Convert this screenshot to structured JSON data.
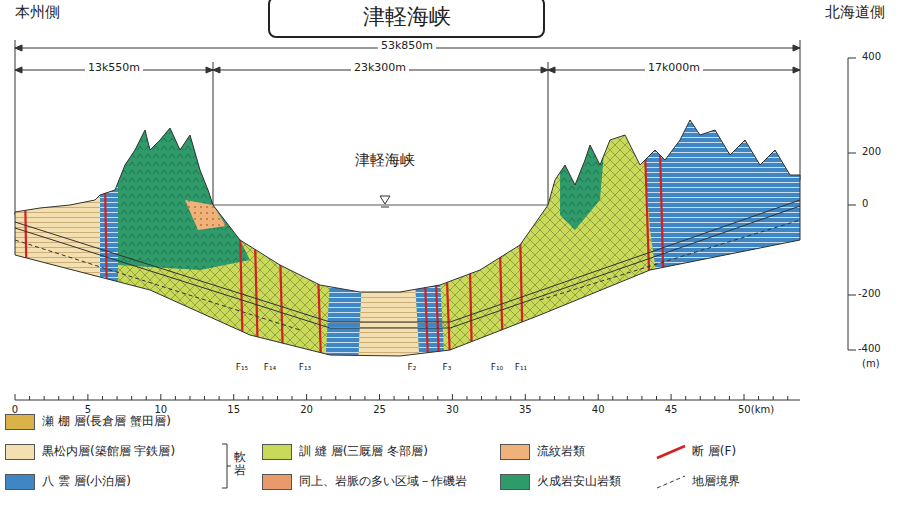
{
  "diagram": {
    "title": "津軽海峡",
    "labels": [
      "本州側",
      "北海道側",
      "53k850m",
      "13k550m",
      "23k300m",
      "17k000m",
      "津軽海峡",
      "400",
      "200",
      "0",
      "-200",
      "-400",
      "(m)",
      "F₁₅",
      "F₁₄",
      "F₁₃",
      "F₂",
      "F₃",
      "F₁₀",
      "F₁₁",
      "0",
      "5",
      "10",
      "15",
      "20",
      "25",
      "30",
      "35",
      "40",
      "45",
      "50(km)",
      "軟岩"
    ],
    "legend": [
      {
        "text": "瀬 棚 層(長倉層 蟹田層)",
        "color": "#d9b24a"
      },
      {
        "text": "黒松内層(築館層 宇鉄層)",
        "color": "#f3dfb0"
      },
      {
        "text": "八 雲 層(小泊層)",
        "color": "#3f86c4"
      },
      {
        "text": "訓 縫 層(三厩層 冬部層)",
        "color": "#c9d95a"
      },
      {
        "text": "同上、岩脈の多い区域－作磯岩",
        "color": "#e89a6a"
      },
      {
        "text": "流紋岩類",
        "color": "#efb27a"
      },
      {
        "text": "火成岩安山岩類",
        "color": "#2f9a6a"
      },
      {
        "text": "断 層(F)"
      },
      {
        "text": "地層境界"
      }
    ]
  }
}
